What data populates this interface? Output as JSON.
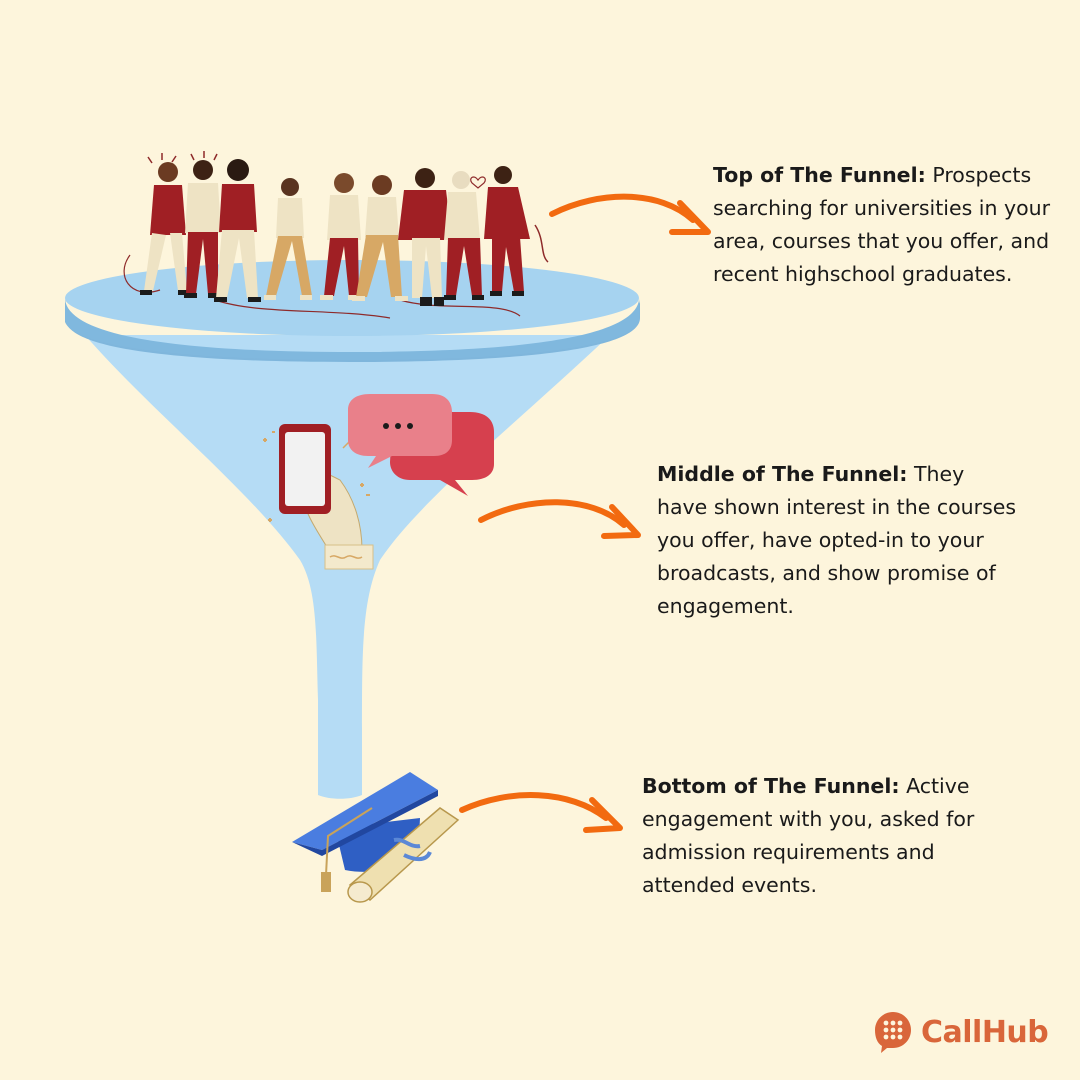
{
  "stages": {
    "top": {
      "heading": "Top of The Funnel:",
      "body": " Prospects searching for universities in your area, courses that you offer, and recent highschool graduates."
    },
    "middle": {
      "heading": "Middle of The Funnel:",
      "body": " They have shown interest in the courses you offer, have opted-in to your broadcasts, and show promise of engagement."
    },
    "bottom": {
      "heading": "Bottom of The Funnel:",
      "body": " Active engagement with you, asked for admission requirements and attended events."
    }
  },
  "brand": {
    "name": "CallHub",
    "color": "#d9663a"
  },
  "colors": {
    "background": "#fdf5dc",
    "funnel": "#b5dcf5",
    "funnel_rim_top": "#a6d3f0",
    "funnel_rim_band": "#7fb6dc",
    "arrow": "#f26a10",
    "maroon": "#a01f24",
    "cream": "#eee3c4",
    "cap_blue": "#2f5fc4"
  },
  "icons": [
    "people-crowd-icon",
    "smartphone-hand-icon",
    "chat-bubbles-icon",
    "graduation-cap-icon",
    "diploma-scroll-icon",
    "arrow-icon",
    "callhub-logo-icon"
  ]
}
